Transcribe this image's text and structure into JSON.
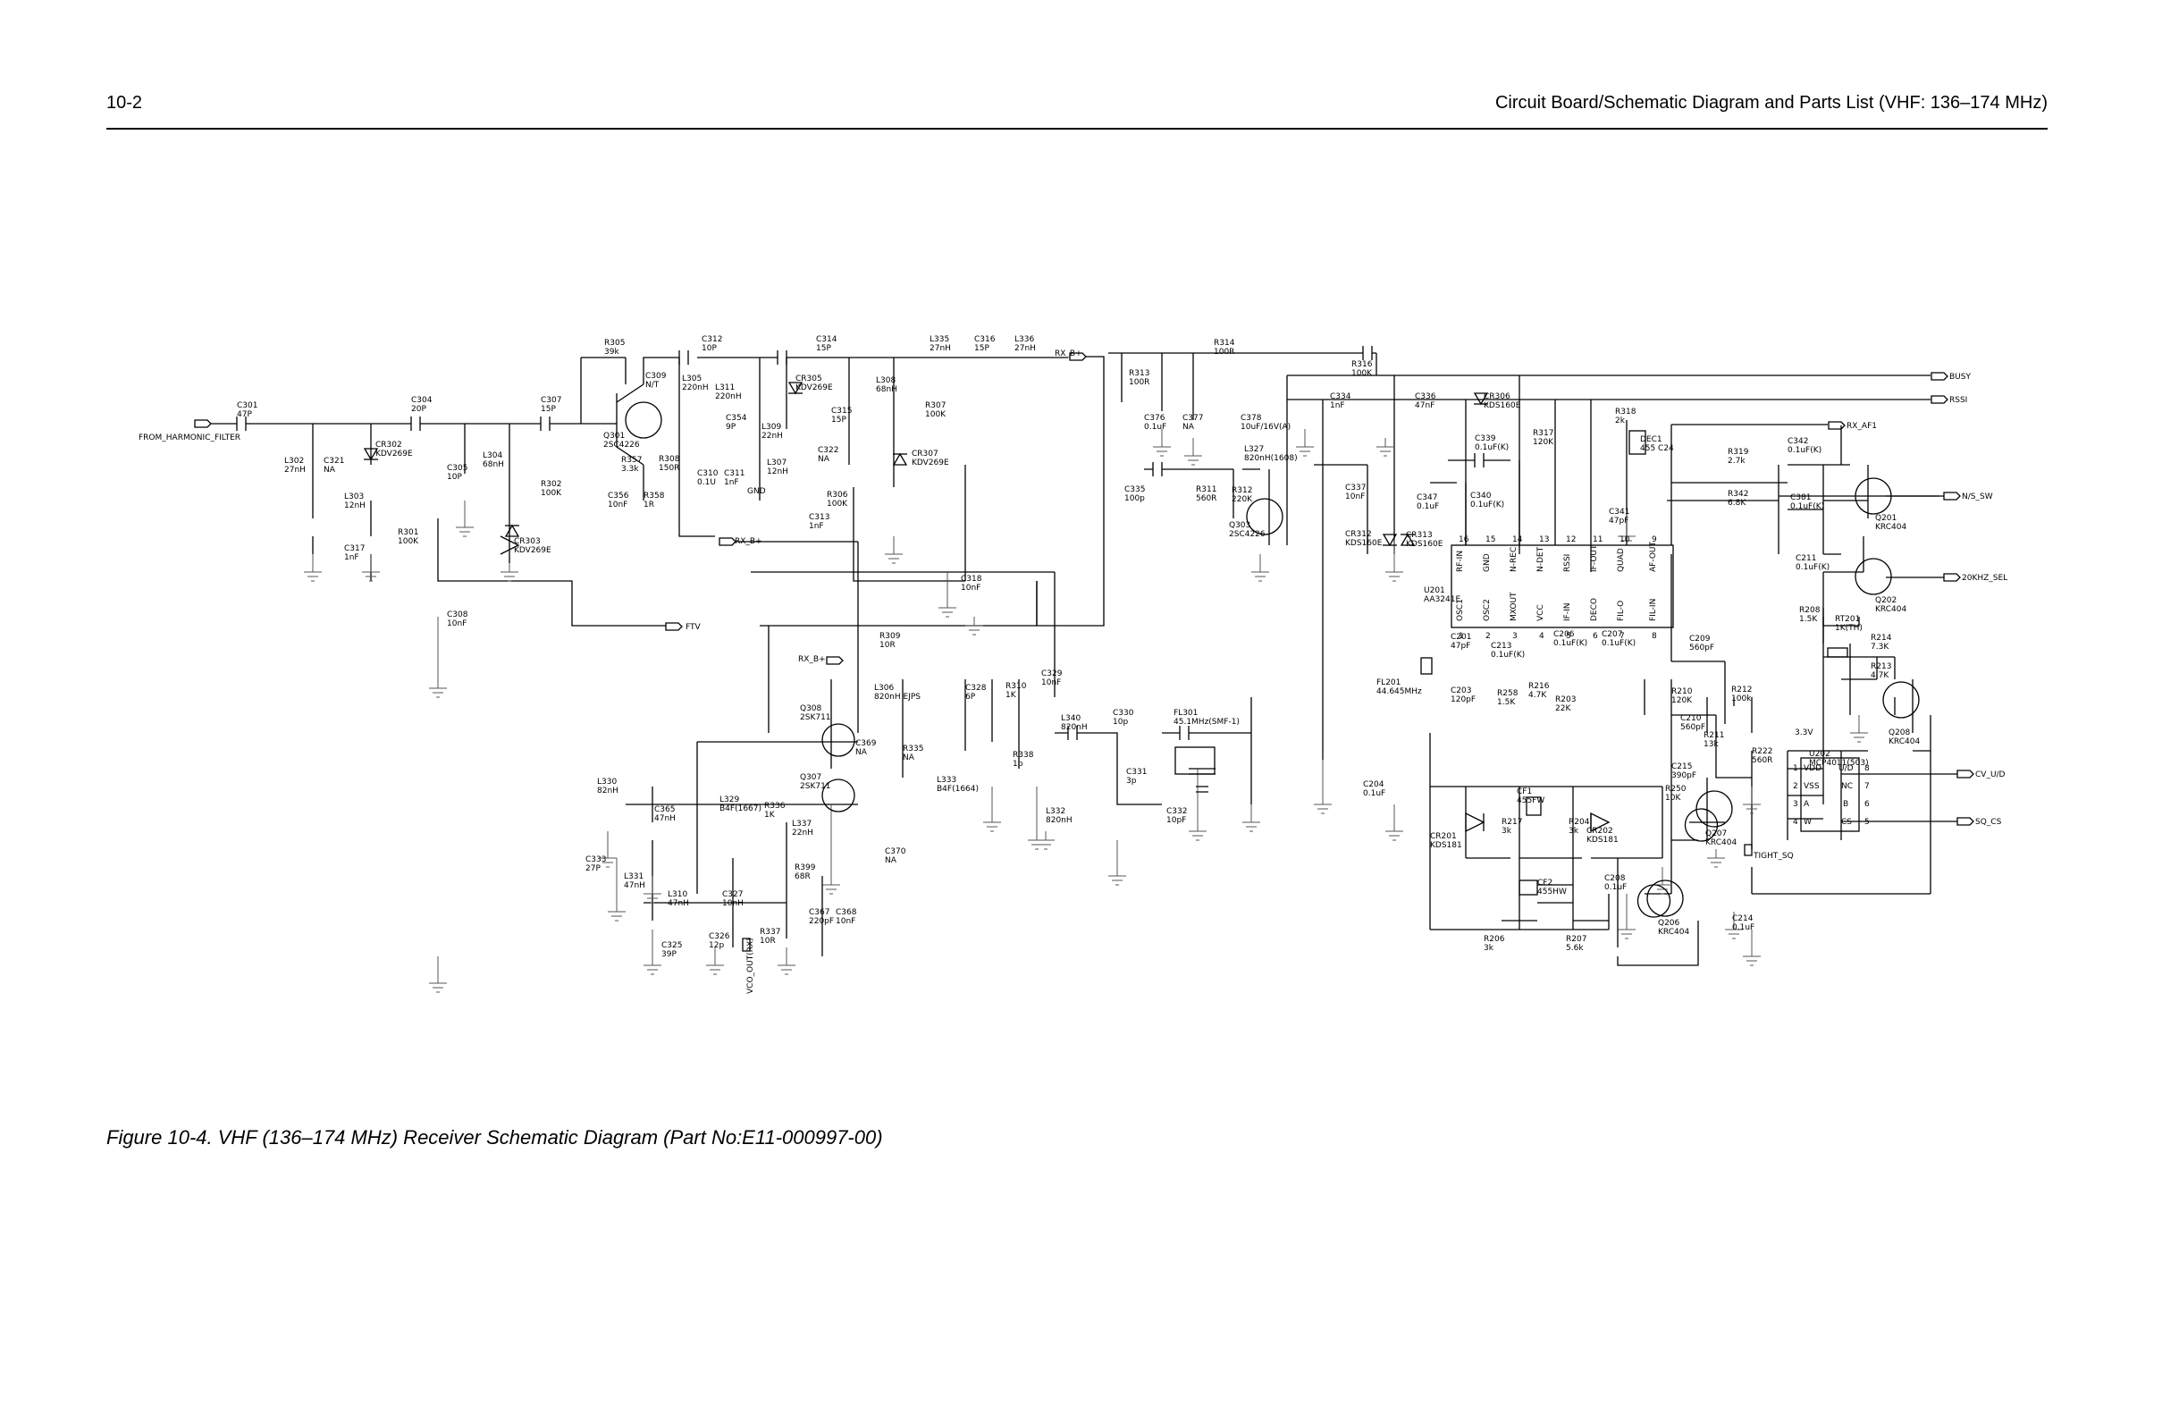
{
  "header": {
    "page_number": "10-2",
    "title": "Circuit Board/Schematic Diagram and Parts List (VHF: 136–174 MHz)"
  },
  "caption": "Figure 10-4. VHF (136–174 MHz) Receiver Schematic Diagram (Part No:E11-000997-00)",
  "ports": {
    "from_harmonic_filter": "FROM_HARMONIC_FILTER",
    "rx_b1": "RX_B+",
    "rx_b2": "RX_B+",
    "rx_b3": "RX_B+",
    "ftv": "FTV",
    "busy": "BUSY",
    "rssi": "RSSI",
    "rx_af1": "RX_AF1",
    "n_s_sw": "N/S_SW",
    "khz_sel": "20KHZ_SEL",
    "cv_u_d": "CV_U/D",
    "sq_cs": "SQ_CS",
    "tight_sq": "TIGHT_SQ",
    "vco_out": "VCO_OUT(RX)",
    "v33": "3.3V",
    "gnd": "GND"
  },
  "components": [
    {
      "ref": "C301",
      "val": "47P"
    },
    {
      "ref": "L302",
      "val": "27nH"
    },
    {
      "ref": "C321",
      "val": "NA"
    },
    {
      "ref": "CR302",
      "val": "KDV269E"
    },
    {
      "ref": "L303",
      "val": "12nH"
    },
    {
      "ref": "C317",
      "val": "1nF"
    },
    {
      "ref": "R301",
      "val": "100K"
    },
    {
      "ref": "C304",
      "val": "20P"
    },
    {
      "ref": "C305",
      "val": "10P"
    },
    {
      "ref": "L304",
      "val": "68nH"
    },
    {
      "ref": "CR303",
      "val": "KDV269E"
    },
    {
      "ref": "R302",
      "val": "100K"
    },
    {
      "ref": "C307",
      "val": "15P"
    },
    {
      "ref": "C308",
      "val": "10nF"
    },
    {
      "ref": "R305",
      "val": "39k"
    },
    {
      "ref": "C309",
      "val": "N/T"
    },
    {
      "ref": "Q301",
      "val": "2SC4226"
    },
    {
      "ref": "R357",
      "val": "3.3k"
    },
    {
      "ref": "C356",
      "val": "10nF"
    },
    {
      "ref": "R358",
      "val": "1R"
    },
    {
      "ref": "C312",
      "val": "10P"
    },
    {
      "ref": "L305",
      "val": "220nH"
    },
    {
      "ref": "L311",
      "val": "220nH"
    },
    {
      "ref": "R308",
      "val": "150R"
    },
    {
      "ref": "C310",
      "val": "0.1U"
    },
    {
      "ref": "C311",
      "val": "1nF"
    },
    {
      "ref": "C354",
      "val": "9P"
    },
    {
      "ref": "L309",
      "val": "22nH"
    },
    {
      "ref": "L307",
      "val": "12nH"
    },
    {
      "ref": "C314",
      "val": "15P"
    },
    {
      "ref": "CR305",
      "val": "KDV269E"
    },
    {
      "ref": "C322",
      "val": "NA"
    },
    {
      "ref": "C315",
      "val": "15P"
    },
    {
      "ref": "R306",
      "val": "100K"
    },
    {
      "ref": "C313",
      "val": "1nF"
    },
    {
      "ref": "L308",
      "val": "68nH"
    },
    {
      "ref": "R307",
      "val": "100K"
    },
    {
      "ref": "CR307",
      "val": "KDV269E"
    },
    {
      "ref": "L335",
      "val": "27nH"
    },
    {
      "ref": "C316",
      "val": "15P"
    },
    {
      "ref": "L336",
      "val": "27nH"
    },
    {
      "ref": "C318",
      "val": "10nF"
    },
    {
      "ref": "R309",
      "val": "10R"
    },
    {
      "ref": "Q308",
      "val": "2SK711"
    },
    {
      "ref": "C369",
      "val": "NA"
    },
    {
      "ref": "Q307",
      "val": "2SK711"
    },
    {
      "ref": "L306",
      "val": "820nH EJPS"
    },
    {
      "ref": "C328",
      "val": "6P"
    },
    {
      "ref": "R310",
      "val": "1K"
    },
    {
      "ref": "C329",
      "val": "10nF"
    },
    {
      "ref": "R335",
      "val": "NA"
    },
    {
      "ref": "L333",
      "val": "B4F(1664)"
    },
    {
      "ref": "L329",
      "val": "B4F(1667)"
    },
    {
      "ref": "L330",
      "val": "82nH"
    },
    {
      "ref": "C365",
      "val": "47nH"
    },
    {
      "ref": "R336",
      "val": "1K"
    },
    {
      "ref": "L337",
      "val": "22nH"
    },
    {
      "ref": "C333",
      "val": "27P"
    },
    {
      "ref": "L331",
      "val": "47nH"
    },
    {
      "ref": "R399",
      "val": "68R"
    },
    {
      "ref": "C370",
      "val": "NA"
    },
    {
      "ref": "L310",
      "val": "47nH"
    },
    {
      "ref": "C327",
      "val": "10nH"
    },
    {
      "ref": "C325",
      "val": "39P"
    },
    {
      "ref": "C326",
      "val": "12p"
    },
    {
      "ref": "R337",
      "val": "10R"
    },
    {
      "ref": "C367",
      "val": "220pF"
    },
    {
      "ref": "C368",
      "val": "10nF"
    },
    {
      "ref": "R338",
      "val": "1p"
    },
    {
      "ref": "L332",
      "val": "820nH"
    },
    {
      "ref": "L340",
      "val": "820nH"
    },
    {
      "ref": "C330",
      "val": "10p"
    },
    {
      "ref": "C331",
      "val": "3p"
    },
    {
      "ref": "C332",
      "val": "10pF"
    },
    {
      "ref": "FL301",
      "val": "45.1MHz(SMF-1)"
    },
    {
      "ref": "R313",
      "val": "100R"
    },
    {
      "ref": "R314",
      "val": "100R"
    },
    {
      "ref": "C376",
      "val": "0.1uF"
    },
    {
      "ref": "C377",
      "val": "NA"
    },
    {
      "ref": "C378",
      "val": "10uF/16V(A)"
    },
    {
      "ref": "L327",
      "val": "820nH(1608)"
    },
    {
      "ref": "C335",
      "val": "100p"
    },
    {
      "ref": "R311",
      "val": "560R"
    },
    {
      "ref": "R312",
      "val": "220K"
    },
    {
      "ref": "Q303",
      "val": "2SC4226"
    },
    {
      "ref": "R316",
      "val": "100K"
    },
    {
      "ref": "C334",
      "val": "1nF"
    },
    {
      "ref": "C336",
      "val": "47nF"
    },
    {
      "ref": "C337",
      "val": "10nF"
    },
    {
      "ref": "C347",
      "val": "0.1uF"
    },
    {
      "ref": "CR312",
      "val": "KDS160E"
    },
    {
      "ref": "CR313",
      "val": "KDS160E"
    },
    {
      "ref": "CR306",
      "val": "KDS160E"
    },
    {
      "ref": "C339",
      "val": "0.1uF(K)"
    },
    {
      "ref": "C340",
      "val": "0.1uF(K)"
    },
    {
      "ref": "R317",
      "val": "120K"
    },
    {
      "ref": "R318",
      "val": "2k"
    },
    {
      "ref": "DEC1",
      "val": "455 C24"
    },
    {
      "ref": "C341",
      "val": "47pF"
    },
    {
      "ref": "U201",
      "val": "AA3241E"
    },
    {
      "ref": "FL201",
      "val": "44.645MHz"
    },
    {
      "ref": "C201",
      "val": "47pF"
    },
    {
      "ref": "C203",
      "val": "120pF"
    },
    {
      "ref": "C213",
      "val": "0.1uF(K)"
    },
    {
      "ref": "R258",
      "val": "1.5K"
    },
    {
      "ref": "C206",
      "val": "0.1uF(K)"
    },
    {
      "ref": "C207",
      "val": "0.1uF(K)"
    },
    {
      "ref": "R216",
      "val": "4.7K"
    },
    {
      "ref": "R203",
      "val": "22K"
    },
    {
      "ref": "C204",
      "val": "0.1uF"
    },
    {
      "ref": "CR201",
      "val": "KDS181"
    },
    {
      "ref": "CF1",
      "val": "455FW"
    },
    {
      "ref": "R217",
      "val": "3k"
    },
    {
      "ref": "R204",
      "val": "3k"
    },
    {
      "ref": "CR202",
      "val": "KDS181"
    },
    {
      "ref": "CF2",
      "val": "455HW"
    },
    {
      "ref": "R206",
      "val": "3k"
    },
    {
      "ref": "R207",
      "val": "5.6k"
    },
    {
      "ref": "C208",
      "val": "0.1uF"
    },
    {
      "ref": "Q206",
      "val": "KRC404"
    },
    {
      "ref": "R250",
      "val": "10K"
    },
    {
      "ref": "C209",
      "val": "560pF"
    },
    {
      "ref": "R210",
      "val": "120K"
    },
    {
      "ref": "R212",
      "val": "100k"
    },
    {
      "ref": "C210",
      "val": "560pF"
    },
    {
      "ref": "R211",
      "val": "13k"
    },
    {
      "ref": "C215",
      "val": "390pF"
    },
    {
      "ref": "R222",
      "val": "560R"
    },
    {
      "ref": "Q207",
      "val": "KRC404"
    },
    {
      "ref": "C214",
      "val": "0.1uF"
    },
    {
      "ref": "R319",
      "val": "2.7k"
    },
    {
      "ref": "C342",
      "val": "0.1uF(K)"
    },
    {
      "ref": "R342",
      "val": "6.8K"
    },
    {
      "ref": "C381",
      "val": "0.1uF(K)"
    },
    {
      "ref": "C211",
      "val": "0.1uF(K)"
    },
    {
      "ref": "R208",
      "val": "1.5K"
    },
    {
      "ref": "RT201",
      "val": "1K(TH)"
    },
    {
      "ref": "R214",
      "val": "7.3K"
    },
    {
      "ref": "R213",
      "val": "4.7K"
    },
    {
      "ref": "Q201",
      "val": "KRC404"
    },
    {
      "ref": "Q202",
      "val": "KRC404"
    },
    {
      "ref": "Q208",
      "val": "KRC404"
    },
    {
      "ref": "U202",
      "val": "MCP4011(503)"
    }
  ],
  "ic_u201": {
    "top_pins": [
      "RF-IN",
      "GND",
      "N-REC",
      "N-DET",
      "RSSI",
      "IF-OUT",
      "QUAD",
      "AF-OUT"
    ],
    "top_nums": [
      "16",
      "15",
      "14",
      "13",
      "12",
      "11",
      "10",
      "9"
    ],
    "bottom_pins": [
      "OSC1",
      "OSC2",
      "MXOUT",
      "VCC",
      "IF-IN",
      "DECO",
      "FIL-O",
      "FIL-IN"
    ],
    "bottom_nums": [
      "1",
      "2",
      "3",
      "4",
      "5",
      "6",
      "7",
      "8"
    ]
  },
  "ic_u202": {
    "left_pins": [
      "VDD",
      "VSS",
      "A",
      "W"
    ],
    "left_nums": [
      "1",
      "2",
      "3",
      "4"
    ],
    "right_pins": [
      "U/D",
      "NC",
      "B",
      "CS"
    ],
    "right_nums": [
      "8",
      "7",
      "6",
      "5"
    ]
  }
}
